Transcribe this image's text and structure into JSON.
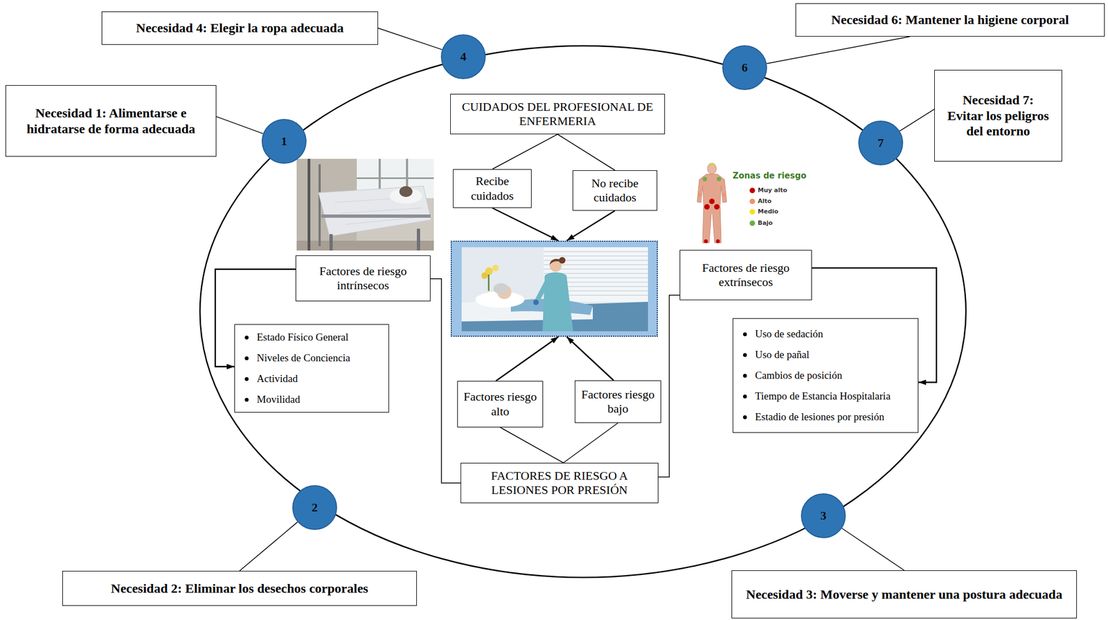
{
  "diagram": {
    "nodes": [
      {
        "text": [
          "Necesidad 4: Elegir la ropa adecuada"
        ]
      },
      {
        "text": [
          "4"
        ]
      },
      {
        "text": [
          "Necesidad 6: Mantener la higiene corporal"
        ]
      },
      {
        "text": [
          "6"
        ]
      },
      {
        "text": [
          "Necesidad 7: Evitar los peligros del entorno"
        ]
      },
      {
        "text": [
          "7"
        ]
      },
      {
        "text": [
          "Necesidad 1: Alimentarse e hidratarse de forma adecuada"
        ]
      },
      {
        "text": [
          "1"
        ]
      },
      {
        "text": [
          "CUIDADOS DEL PROFESIONAL DE ENFERMERIA"
        ]
      },
      {
        "text": [
          "Recibe cuidados"
        ]
      },
      {
        "text": [
          "No recibe cuidados"
        ]
      },
      {
        "text": []
      },
      {
        "text": [
          "Factores de riesgo intrínsecos"
        ]
      },
      {
        "text": [
          "Estado Físico General",
          "Niveles de Conciencia",
          "Actividad",
          "Movilidad"
        ]
      },
      {
        "text": [
          "Factores de riesgo extrínsecos"
        ]
      },
      {
        "text": [
          "Uso de sedación",
          "Uso de pañal",
          "Cambios de posición",
          "Tiempo de Estancia Hospitalaria",
          "Estadio de lesiones por presión"
        ]
      },
      {
        "text": [
          "Factores riesgo alto"
        ]
      },
      {
        "text": [
          "Factores riesgo bajo"
        ]
      },
      {
        "text": [
          "FACTORES DE RIESGO A LESIONES POR PRESIÓN"
        ]
      },
      {
        "text": [
          "2"
        ]
      },
      {
        "text": [
          "3"
        ]
      },
      {
        "text": [
          "Necesidad 2: Eliminar los desechos corporales"
        ]
      },
      {
        "text": [
          "Necesidad 3: Moverse y mantener una postura adecuada"
        ]
      }
    ],
    "edges": [
      {
        "from": 0,
        "to": 1,
        "arrow": "none"
      },
      {
        "from": 2,
        "to": 3,
        "arrow": "none"
      },
      {
        "from": 4,
        "to": 5,
        "arrow": "none"
      },
      {
        "from": 6,
        "to": 7,
        "arrow": "none"
      },
      {
        "from": 8,
        "to": 9,
        "arrow": "none"
      },
      {
        "from": 8,
        "to": 10,
        "arrow": "none"
      },
      {
        "from": 9,
        "to": 11,
        "arrow": "to"
      },
      {
        "from": 10,
        "to": 11,
        "arrow": "to"
      },
      {
        "from": 12,
        "to": 13,
        "arrow": "to"
      },
      {
        "from": 14,
        "to": 15,
        "arrow": "to"
      },
      {
        "from": 16,
        "to": 11,
        "arrow": "to"
      },
      {
        "from": 17,
        "to": 11,
        "arrow": "to"
      },
      {
        "from": 18,
        "to": 16,
        "arrow": "none"
      },
      {
        "from": 18,
        "to": 17,
        "arrow": "none"
      },
      {
        "from": 18,
        "to": 12,
        "arrow": "none"
      },
      {
        "from": 18,
        "to": 14,
        "arrow": "none"
      },
      {
        "from": 21,
        "to": 19,
        "arrow": "none"
      },
      {
        "from": 22,
        "to": 20,
        "arrow": "none"
      }
    ],
    "labels": [
      "Zonas de riesgo"
    ],
    "legend": [
      {
        "text": "Muy alto",
        "color": "#c00000"
      },
      {
        "text": "Alto",
        "color": "#e9956b"
      },
      {
        "text": "Medio",
        "color": "#f5e11a"
      },
      {
        "text": "Bajo",
        "color": "#70ad47"
      }
    ]
  }
}
